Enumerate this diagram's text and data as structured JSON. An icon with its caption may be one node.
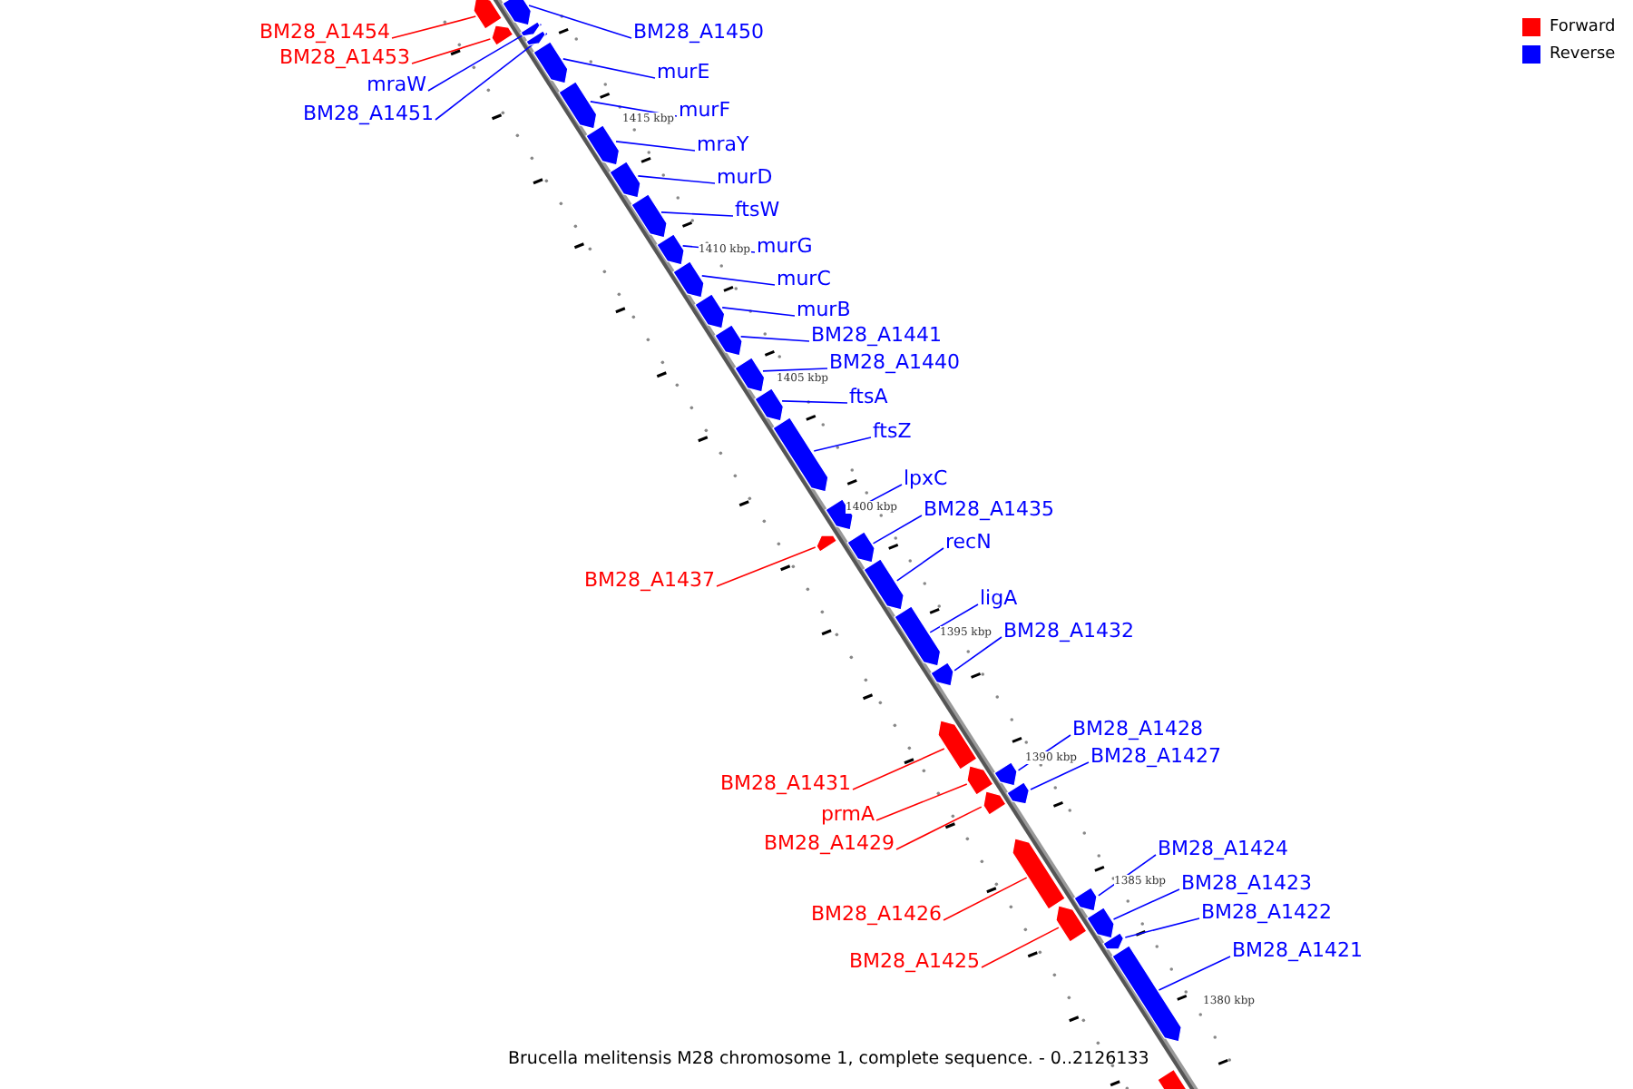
{
  "diagram": {
    "caption": "Brucella melitensis M28 chromosome 1, complete sequence. - 0..2126133",
    "nodes": [
      {
        "text": [
          "BM28_A1454"
        ]
      },
      {
        "text": [],
        "shape": "arrow"
      },
      {
        "text": [
          "BM28_A1453"
        ]
      },
      {
        "text": [],
        "shape": "arrow"
      },
      {
        "text": [
          "mraW"
        ]
      },
      {
        "text": [],
        "shape": "arrow"
      },
      {
        "text": [
          "BM28_A1451"
        ]
      },
      {
        "text": [],
        "shape": "arrow"
      },
      {
        "text": [
          "BM28_A1450"
        ]
      },
      {
        "text": [],
        "shape": "arrow"
      },
      {
        "text": [
          "murE"
        ]
      },
      {
        "text": [],
        "shape": "arrow"
      },
      {
        "text": [
          "murF"
        ]
      },
      {
        "text": [],
        "shape": "arrow"
      },
      {
        "text": [
          "mraY"
        ]
      },
      {
        "text": [],
        "shape": "arrow"
      },
      {
        "text": [
          "murD"
        ]
      },
      {
        "text": [],
        "shape": "arrow"
      },
      {
        "text": [
          "ftsW"
        ]
      },
      {
        "text": [],
        "shape": "arrow"
      },
      {
        "text": [
          "murG"
        ]
      },
      {
        "text": [],
        "shape": "arrow"
      },
      {
        "text": [
          "murC"
        ]
      },
      {
        "text": [],
        "shape": "arrow"
      },
      {
        "text": [
          "murB"
        ]
      },
      {
        "text": [],
        "shape": "arrow"
      },
      {
        "text": [
          "BM28_A1441"
        ]
      },
      {
        "text": [],
        "shape": "arrow"
      },
      {
        "text": [
          "BM28_A1440"
        ]
      },
      {
        "text": [],
        "shape": "arrow"
      },
      {
        "text": [
          "ftsA"
        ]
      },
      {
        "text": [],
        "shape": "arrow"
      },
      {
        "text": [
          "ftsZ"
        ]
      },
      {
        "text": [],
        "shape": "arrow"
      },
      {
        "text": [
          "lpxC"
        ]
      },
      {
        "text": [],
        "shape": "arrow"
      },
      {
        "text": [
          "BM28_A1435"
        ]
      },
      {
        "text": [],
        "shape": "arrow"
      },
      {
        "text": [
          "recN"
        ]
      },
      {
        "text": [],
        "shape": "arrow"
      },
      {
        "text": [
          "BM28_A1437"
        ]
      },
      {
        "text": [],
        "shape": "arrow"
      },
      {
        "text": [
          "ligA"
        ]
      },
      {
        "text": [],
        "shape": "arrow"
      },
      {
        "text": [
          "BM28_A1432"
        ]
      },
      {
        "text": [],
        "shape": "arrow"
      },
      {
        "text": [
          "BM28_A1428"
        ]
      },
      {
        "text": [],
        "shape": "arrow"
      },
      {
        "text": [
          "BM28_A1427"
        ]
      },
      {
        "text": [],
        "shape": "arrow"
      },
      {
        "text": [
          "BM28_A1431"
        ]
      },
      {
        "text": [],
        "shape": "arrow"
      },
      {
        "text": [
          "prmA"
        ]
      },
      {
        "text": [],
        "shape": "arrow"
      },
      {
        "text": [
          "BM28_A1429"
        ]
      },
      {
        "text": [],
        "shape": "arrow"
      },
      {
        "text": [
          "BM28_A1424"
        ]
      },
      {
        "text": [],
        "shape": "arrow"
      },
      {
        "text": [
          "BM28_A1423"
        ]
      },
      {
        "text": [],
        "shape": "arrow"
      },
      {
        "text": [
          "BM28_A1422"
        ]
      },
      {
        "text": [],
        "shape": "arrow"
      },
      {
        "text": [
          "BM28_A1426"
        ]
      },
      {
        "text": [],
        "shape": "arrow"
      },
      {
        "text": [
          "BM28_A1421"
        ]
      },
      {
        "text": [],
        "shape": "arrow"
      },
      {
        "text": [
          "BM28_A1425"
        ]
      },
      {
        "text": [],
        "shape": "arrow"
      }
    ],
    "edges": [
      {
        "from": 0,
        "to": 1,
        "arrow": "none",
        "color": "#ff0000"
      },
      {
        "from": 2,
        "to": 3,
        "arrow": "none",
        "color": "#ff0000"
      },
      {
        "from": 4,
        "to": 5,
        "arrow": "none"
      },
      {
        "from": 6,
        "to": 7,
        "arrow": "none"
      },
      {
        "from": 8,
        "to": 9,
        "arrow": "none"
      },
      {
        "from": 10,
        "to": 11,
        "arrow": "none"
      },
      {
        "from": 12,
        "to": 13,
        "arrow": "none"
      },
      {
        "from": 14,
        "to": 15,
        "arrow": "none"
      },
      {
        "from": 16,
        "to": 17,
        "arrow": "none"
      },
      {
        "from": 18,
        "to": 19,
        "arrow": "none"
      },
      {
        "from": 20,
        "to": 21,
        "arrow": "none"
      },
      {
        "from": 22,
        "to": 23,
        "arrow": "none"
      },
      {
        "from": 24,
        "to": 25,
        "arrow": "none"
      },
      {
        "from": 26,
        "to": 27,
        "arrow": "none"
      },
      {
        "from": 28,
        "to": 29,
        "arrow": "none"
      },
      {
        "from": 30,
        "to": 31,
        "arrow": "none"
      },
      {
        "from": 32,
        "to": 33,
        "arrow": "none"
      },
      {
        "from": 34,
        "to": 35,
        "arrow": "none"
      },
      {
        "from": 36,
        "to": 37,
        "arrow": "none"
      },
      {
        "from": 38,
        "to": 39,
        "arrow": "none"
      },
      {
        "from": 40,
        "to": 41,
        "arrow": "none",
        "color": "#ff0000"
      },
      {
        "from": 42,
        "to": 43,
        "arrow": "none"
      },
      {
        "from": 44,
        "to": 45,
        "arrow": "none"
      },
      {
        "from": 46,
        "to": 47,
        "arrow": "none"
      },
      {
        "from": 48,
        "to": 49,
        "arrow": "none"
      },
      {
        "from": 50,
        "to": 51,
        "arrow": "none",
        "color": "#ff0000"
      },
      {
        "from": 52,
        "to": 53,
        "arrow": "none",
        "color": "#ff0000"
      },
      {
        "from": 54,
        "to": 55,
        "arrow": "none",
        "color": "#ff0000"
      },
      {
        "from": 56,
        "to": 57,
        "arrow": "none"
      },
      {
        "from": 58,
        "to": 59,
        "arrow": "none"
      },
      {
        "from": 60,
        "to": 61,
        "arrow": "none"
      },
      {
        "from": 62,
        "to": 63,
        "arrow": "none",
        "color": "#ff0000"
      },
      {
        "from": 64,
        "to": 65,
        "arrow": "none"
      },
      {
        "from": 66,
        "to": 67,
        "arrow": "none",
        "color": "#ff0000"
      }
    ],
    "labels": [
      "1415 kbp",
      "1410 kbp",
      "1405 kbp",
      "1400 kbp",
      "1395 kbp",
      "1390 kbp",
      "1385 kbp",
      "1380 kbp"
    ],
    "legend": [
      {
        "text": "Forward",
        "color": "#ff0000"
      },
      {
        "text": "Reverse",
        "color": "#0000ff"
      }
    ]
  }
}
